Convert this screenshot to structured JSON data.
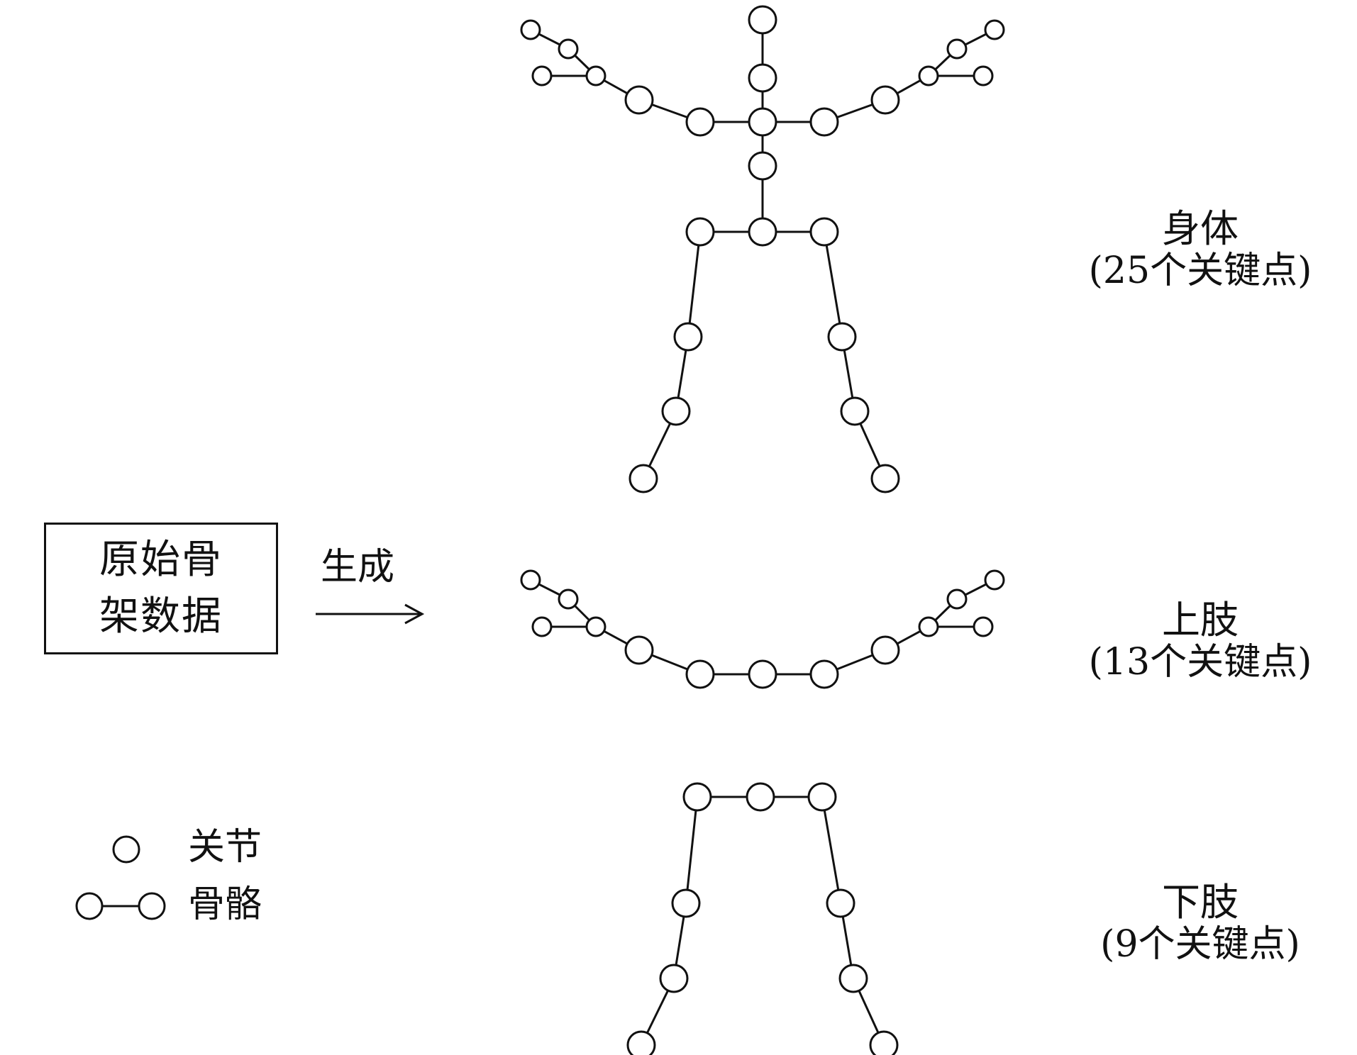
{
  "source_box": {
    "line1": "原始骨",
    "line2": "架数据"
  },
  "arrow_label": "生成",
  "captions": {
    "body": {
      "name": "身体",
      "count": "(25个关键点)"
    },
    "upper": {
      "name": "上肢",
      "count": "(13个关键点)"
    },
    "lower": {
      "name": "下肢",
      "count": "(9个关键点)"
    }
  },
  "legend": {
    "joint": "关节",
    "bone": "骨骼"
  }
}
